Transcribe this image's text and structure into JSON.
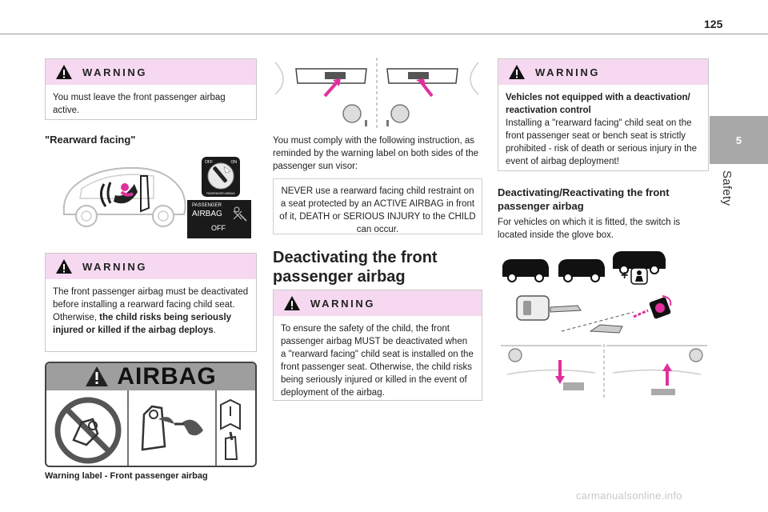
{
  "page_number": "125",
  "side_tab": {
    "number": "5",
    "label": "Safety"
  },
  "col1": {
    "warning1": {
      "title": "WARNING",
      "text": "You must leave the front passenger airbag active."
    },
    "rearward_heading": "\"Rearward facing\"",
    "passenger_panel": {
      "line1": "PASSENGER",
      "line2": "AIRBAG",
      "state": "OFF",
      "knob_on": "ON",
      "knob_off": "OFF",
      "knob_label": "PASSENGER AIRBAG"
    },
    "warning2": {
      "title": "WARNING",
      "text_before": "The front passenger airbag must be deactivated before installing a rearward facing child seat. Otherwise, ",
      "text_bold": "the child risks being seriously injured or killed if the airbag deploys",
      "text_after": "."
    },
    "label_title": "AIRBAG",
    "caption": "Warning label - Front passenger airbag"
  },
  "col2": {
    "intro": "You must comply with the following instruction, as reminded by the warning label on both sides of the passenger sun visor:",
    "notice": "NEVER use a rearward facing child restraint on a seat protected by an ACTIVE AIRBAG in front of it, DEATH or SERIOUS INJURY to the CHILD can occur.",
    "section_heading": "Deactivating the front passenger airbag",
    "warning3": {
      "title": "WARNING",
      "text": "To ensure the safety of the child, the front passenger airbag MUST be deactivated when a \"rearward facing\" child seat is installed on the front passenger seat. Otherwise, the child risks being seriously injured or killed in the event of deployment of the airbag."
    }
  },
  "col3": {
    "warning4": {
      "title": "WARNING",
      "bold_text": "Vehicles not equipped with a deactivation/ reactivation control",
      "text": "Installing a \"rearward facing\" child seat on the front passenger seat or bench seat is strictly prohibited - risk of death or serious injury in the event of airbag deployment!"
    },
    "subheading": "Deactivating/Reactivating the front passenger airbag",
    "body": "For vehicles on which it is fitted, the switch is located inside the glove box.",
    "plus_sign": "+"
  },
  "watermark": "carmanualsonline.info",
  "colors": {
    "warning_bg": "#f6d9f1",
    "accent_pink": "#e0309b",
    "tab_gray": "#a8a8a8"
  }
}
